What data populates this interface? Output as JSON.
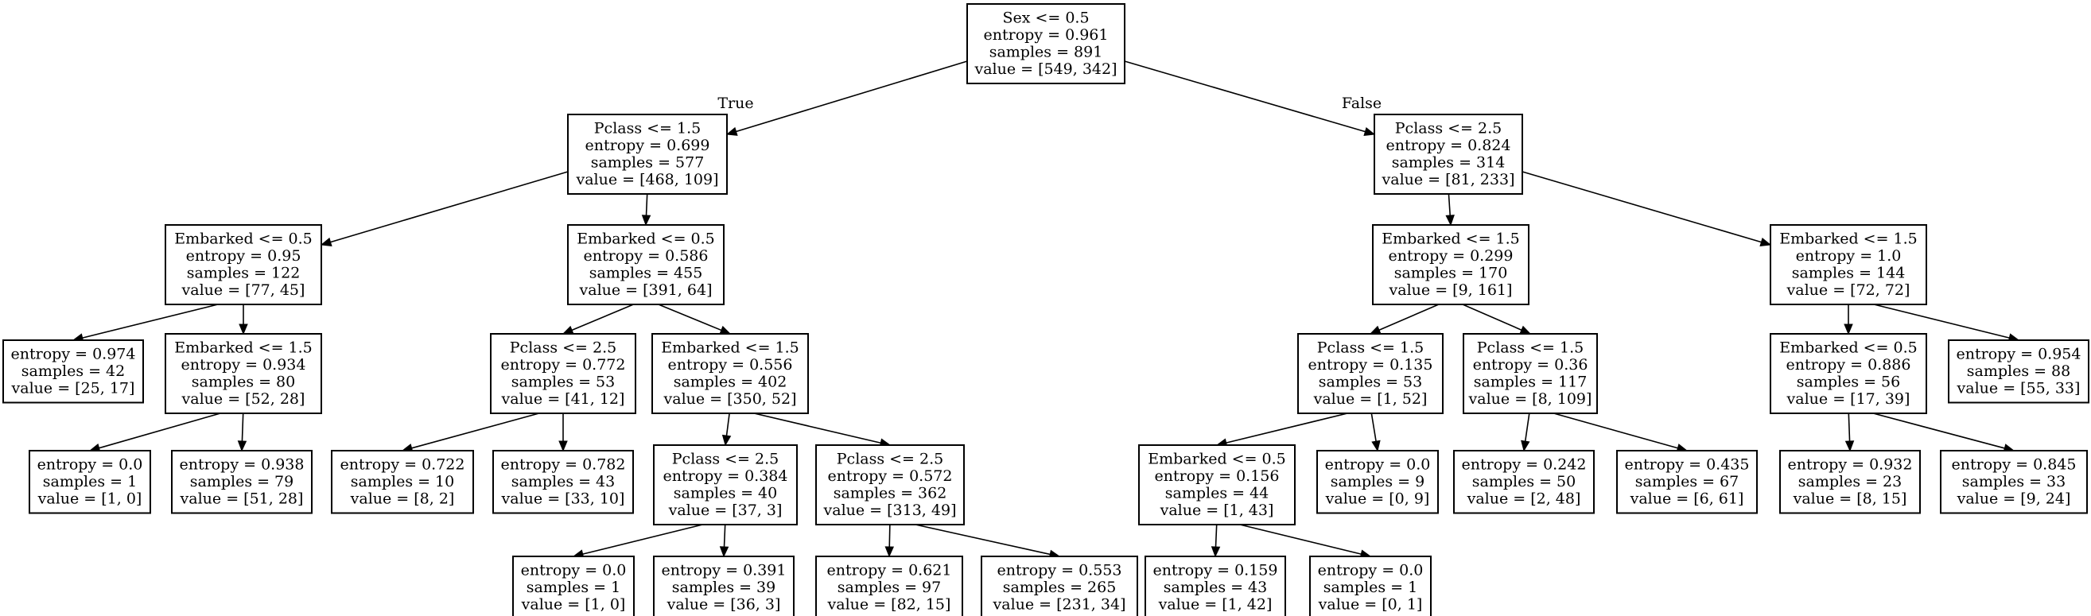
{
  "nodes": [
    {
      "id": "n0",
      "lines": [
        "Sex <= 0.5",
        "entropy = 0.961",
        "samples = 891",
        "value = [549, 342]"
      ]
    },
    {
      "id": "n1",
      "lines": [
        "Pclass <= 1.5",
        "entropy = 0.699",
        "samples = 577",
        "value = [468, 109]"
      ]
    },
    {
      "id": "n2",
      "lines": [
        "Pclass <= 2.5",
        "entropy = 0.824",
        "samples = 314",
        "value = [81, 233]"
      ]
    },
    {
      "id": "n3",
      "lines": [
        "Embarked <= 0.5",
        "entropy = 0.95",
        "samples = 122",
        "value = [77, 45]"
      ]
    },
    {
      "id": "n4",
      "lines": [
        "Embarked <= 0.5",
        "entropy = 0.586",
        "samples = 455",
        "value = [391, 64]"
      ]
    },
    {
      "id": "n5",
      "lines": [
        "entropy = 0.974",
        "samples = 42",
        "value = [25, 17]"
      ]
    },
    {
      "id": "n6",
      "lines": [
        "Embarked <= 1.5",
        "entropy = 0.934",
        "samples = 80",
        "value = [52, 28]"
      ]
    },
    {
      "id": "n7",
      "lines": [
        "entropy = 0.0",
        "samples = 1",
        "value = [1, 0]"
      ]
    },
    {
      "id": "n8",
      "lines": [
        "entropy = 0.938",
        "samples = 79",
        "value = [51, 28]"
      ]
    },
    {
      "id": "n9",
      "lines": [
        "Pclass <= 2.5",
        "entropy = 0.772",
        "samples = 53",
        "value = [41, 12]"
      ]
    },
    {
      "id": "n10",
      "lines": [
        "Embarked <= 1.5",
        "entropy = 0.556",
        "samples = 402",
        "value = [350, 52]"
      ]
    },
    {
      "id": "n11",
      "lines": [
        "entropy = 0.722",
        "samples = 10",
        "value = [8, 2]"
      ]
    },
    {
      "id": "n12",
      "lines": [
        "entropy = 0.782",
        "samples = 43",
        "value = [33, 10]"
      ]
    },
    {
      "id": "n13",
      "lines": [
        "Pclass <= 2.5",
        "entropy = 0.384",
        "samples = 40",
        "value = [37, 3]"
      ]
    },
    {
      "id": "n14",
      "lines": [
        "Pclass <= 2.5",
        "entropy = 0.572",
        "samples = 362",
        "value = [313, 49]"
      ]
    },
    {
      "id": "n15",
      "lines": [
        "entropy = 0.0",
        "samples = 1",
        "value = [1, 0]"
      ]
    },
    {
      "id": "n16",
      "lines": [
        "entropy = 0.391",
        "samples = 39",
        "value = [36, 3]"
      ]
    },
    {
      "id": "n17",
      "lines": [
        "entropy = 0.621",
        "samples = 97",
        "value = [82, 15]"
      ]
    },
    {
      "id": "n18",
      "lines": [
        "entropy = 0.553",
        "samples = 265",
        "value = [231, 34]"
      ]
    },
    {
      "id": "n19",
      "lines": [
        "Embarked <= 1.5",
        "entropy = 0.299",
        "samples = 170",
        "value = [9, 161]"
      ]
    },
    {
      "id": "n20",
      "lines": [
        "Embarked <= 1.5",
        "entropy = 1.0",
        "samples = 144",
        "value = [72, 72]"
      ]
    },
    {
      "id": "n21",
      "lines": [
        "Pclass <= 1.5",
        "entropy = 0.135",
        "samples = 53",
        "value = [1, 52]"
      ]
    },
    {
      "id": "n22",
      "lines": [
        "Pclass <= 1.5",
        "entropy = 0.36",
        "samples = 117",
        "value = [8, 109]"
      ]
    },
    {
      "id": "n23",
      "lines": [
        "Embarked <= 0.5",
        "entropy = 0.156",
        "samples = 44",
        "value = [1, 43]"
      ]
    },
    {
      "id": "n24",
      "lines": [
        "entropy = 0.0",
        "samples = 9",
        "value = [0, 9]"
      ]
    },
    {
      "id": "n25",
      "lines": [
        "entropy = 0.159",
        "samples = 43",
        "value = [1, 42]"
      ]
    },
    {
      "id": "n26",
      "lines": [
        "entropy = 0.0",
        "samples = 1",
        "value = [0, 1]"
      ]
    },
    {
      "id": "n27",
      "lines": [
        "entropy = 0.242",
        "samples = 50",
        "value = [2, 48]"
      ]
    },
    {
      "id": "n28",
      "lines": [
        "entropy = 0.435",
        "samples = 67",
        "value = [6, 61]"
      ]
    },
    {
      "id": "n29",
      "lines": [
        "Embarked <= 0.5",
        "entropy = 0.886",
        "samples = 56",
        "value = [17, 39]"
      ]
    },
    {
      "id": "n30",
      "lines": [
        "entropy = 0.954",
        "samples = 88",
        "value = [55, 33]"
      ]
    },
    {
      "id": "n31",
      "lines": [
        "entropy = 0.932",
        "samples = 23",
        "value = [8, 15]"
      ]
    },
    {
      "id": "n32",
      "lines": [
        "entropy = 0.845",
        "samples = 33",
        "value = [9, 24]"
      ]
    }
  ],
  "edges": [
    {
      "from": "n0",
      "to": "n1",
      "label": "True"
    },
    {
      "from": "n0",
      "to": "n2",
      "label": "False"
    },
    {
      "from": "n1",
      "to": "n3"
    },
    {
      "from": "n1",
      "to": "n4"
    },
    {
      "from": "n3",
      "to": "n5"
    },
    {
      "from": "n3",
      "to": "n6"
    },
    {
      "from": "n6",
      "to": "n7"
    },
    {
      "from": "n6",
      "to": "n8"
    },
    {
      "from": "n4",
      "to": "n9"
    },
    {
      "from": "n4",
      "to": "n10"
    },
    {
      "from": "n9",
      "to": "n11"
    },
    {
      "from": "n9",
      "to": "n12"
    },
    {
      "from": "n10",
      "to": "n13"
    },
    {
      "from": "n10",
      "to": "n14"
    },
    {
      "from": "n13",
      "to": "n15"
    },
    {
      "from": "n13",
      "to": "n16"
    },
    {
      "from": "n14",
      "to": "n17"
    },
    {
      "from": "n14",
      "to": "n18"
    },
    {
      "from": "n2",
      "to": "n19"
    },
    {
      "from": "n2",
      "to": "n20"
    },
    {
      "from": "n19",
      "to": "n21"
    },
    {
      "from": "n19",
      "to": "n22"
    },
    {
      "from": "n21",
      "to": "n23"
    },
    {
      "from": "n21",
      "to": "n24"
    },
    {
      "from": "n23",
      "to": "n25"
    },
    {
      "from": "n23",
      "to": "n26"
    },
    {
      "from": "n22",
      "to": "n27"
    },
    {
      "from": "n22",
      "to": "n28"
    },
    {
      "from": "n20",
      "to": "n29"
    },
    {
      "from": "n20",
      "to": "n30"
    },
    {
      "from": "n29",
      "to": "n31"
    },
    {
      "from": "n29",
      "to": "n32"
    }
  ]
}
